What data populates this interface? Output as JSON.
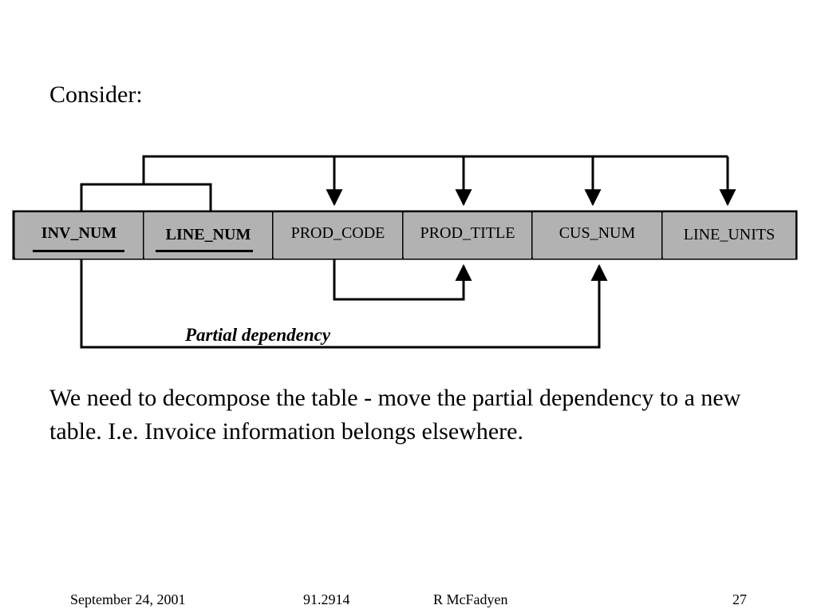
{
  "slide": {
    "heading": "Consider:",
    "body": "We need to decompose the table - move the partial dependency to a new table. I.e. Invoice information belongs elsewhere."
  },
  "table": {
    "fields": [
      {
        "name": "INV_NUM",
        "is_key": true
      },
      {
        "name": "LINE_NUM",
        "is_key": true
      },
      {
        "name": "PROD_CODE",
        "is_key": false
      },
      {
        "name": "PROD_TITLE",
        "is_key": false
      },
      {
        "name": "CUS_NUM",
        "is_key": false
      },
      {
        "name": "LINE_UNITS",
        "is_key": false
      }
    ],
    "cell_color": "#b2b2b2"
  },
  "dependencies": {
    "annotation": "Partial dependency"
  },
  "footer": {
    "date": "September 24, 2001",
    "course": "91.2914",
    "author": "R McFadyen",
    "page": "27"
  }
}
